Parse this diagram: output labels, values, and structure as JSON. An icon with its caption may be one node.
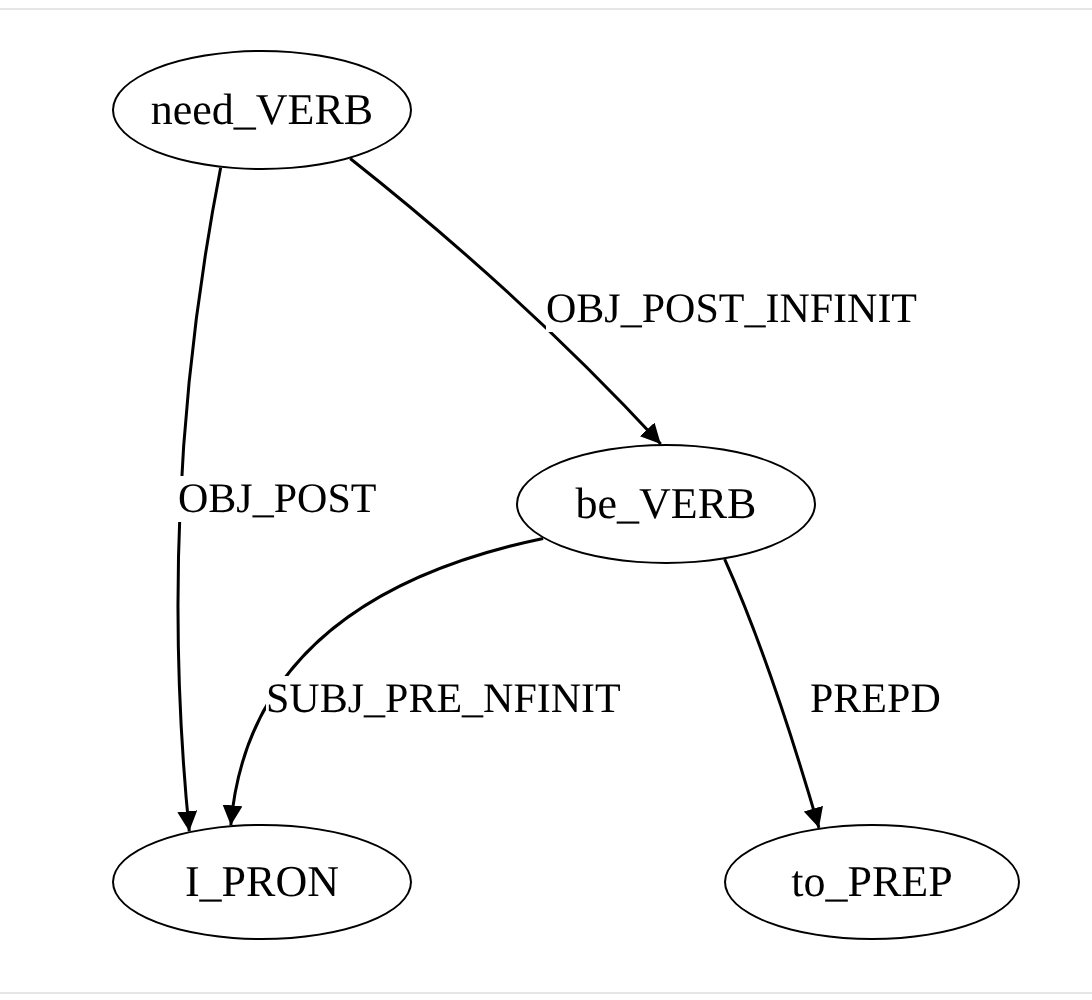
{
  "diagram": {
    "nodes": [
      {
        "text": [
          "need_VERB"
        ]
      },
      {
        "text": [
          "be_VERB"
        ]
      },
      {
        "text": [
          "I_PRON"
        ]
      },
      {
        "text": [
          "to_PREP"
        ]
      }
    ],
    "edges": [
      {
        "from": 0,
        "to": 2,
        "arrow": "to",
        "label": "OBJ_POST"
      },
      {
        "from": 0,
        "to": 1,
        "arrow": "to",
        "label": "OBJ_POST_INFINIT"
      },
      {
        "from": 1,
        "to": 2,
        "arrow": "to",
        "label": "SUBJ_PRE_NFINIT"
      },
      {
        "from": 1,
        "to": 3,
        "arrow": "to",
        "label": "PREPD"
      }
    ]
  }
}
